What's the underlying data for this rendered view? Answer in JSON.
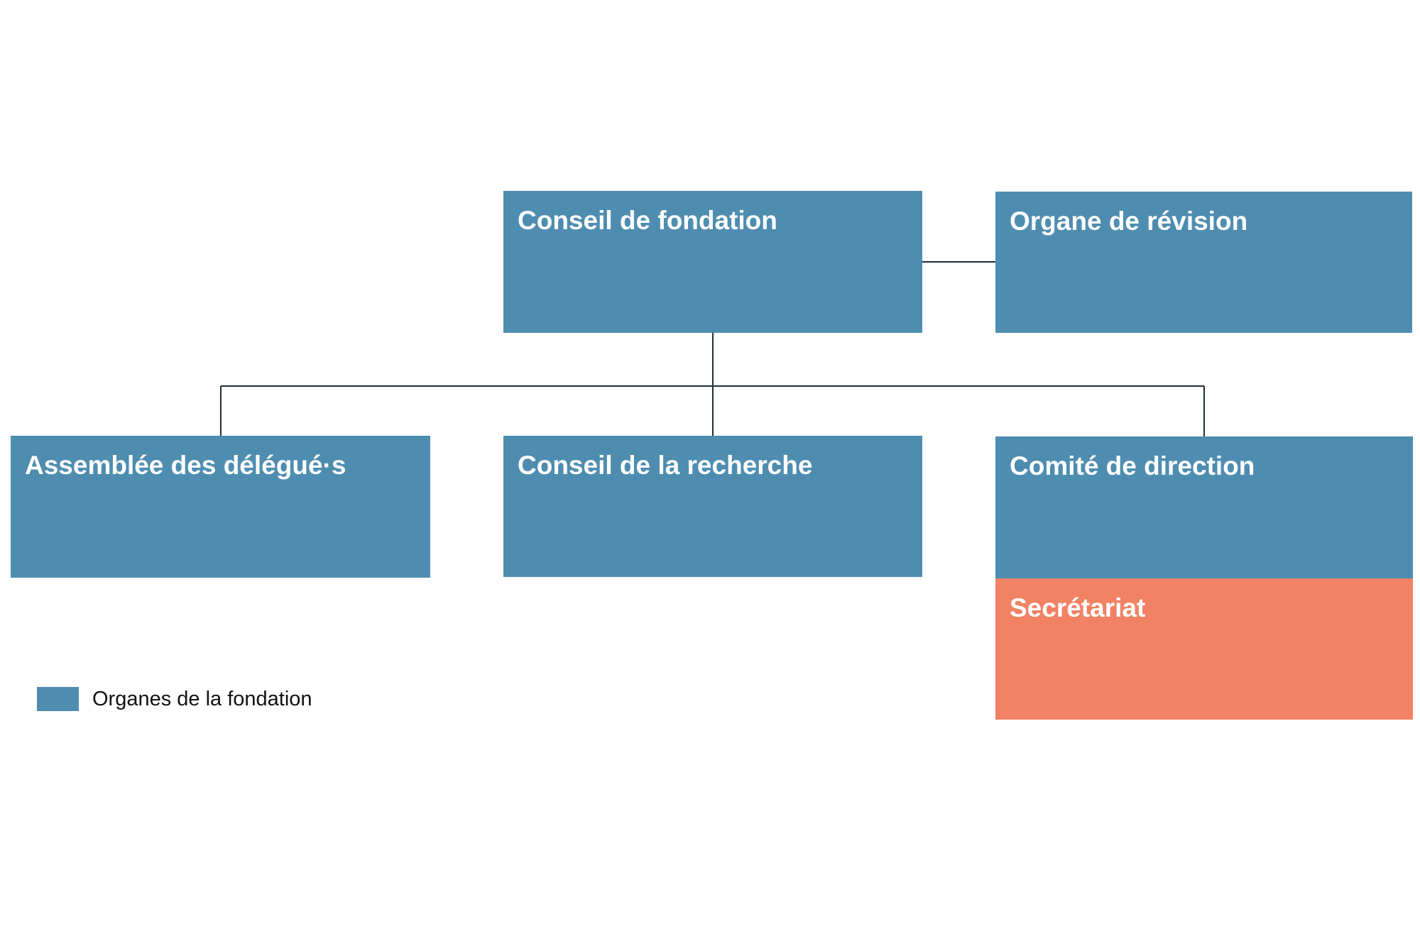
{
  "colors": {
    "organ": "#4e8db0",
    "secretariat": "#f28264",
    "connector": "#1f2f3f"
  },
  "nodes": {
    "conseil_fondation": "Conseil de fondation",
    "organe_revision": "Organe de révision",
    "assemblee_delegues": "Assemblée des délégué·s",
    "conseil_recherche": "Conseil de la recherche",
    "comite_direction": "Comité de direction",
    "secretariat": "Secrétariat"
  },
  "edges": [
    {
      "from": "conseil_fondation",
      "to": "organe_revision"
    },
    {
      "from": "conseil_fondation",
      "to": "assemblee_delegues"
    },
    {
      "from": "conseil_fondation",
      "to": "conseil_recherche"
    },
    {
      "from": "conseil_fondation",
      "to": "comite_direction"
    }
  ],
  "legend": {
    "label": "Organes de la fondation"
  }
}
